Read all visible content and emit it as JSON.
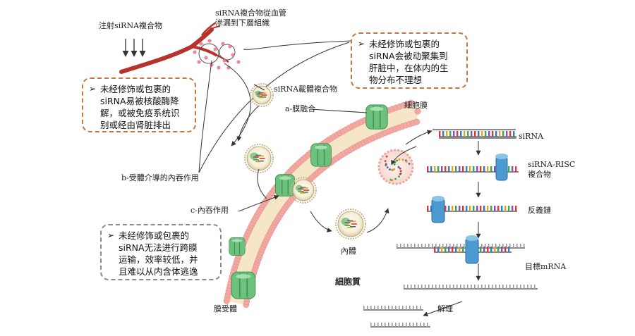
{
  "labels": {
    "inject": "注射siRNA複合物",
    "leak": "siRNA複合物從血管\n滲漏到下層組織",
    "carrier": "siRNA載體複合物",
    "fusion": "a-膜融合",
    "membrane": "細胞膜",
    "receptor_mediated": "b-受體介導的內吞作用",
    "endocytosis": "c-內吞作用",
    "endosome": "內體",
    "cytoplasm": "細胞質",
    "receptor": "膜受體",
    "sirna": "siRNA",
    "risc": "siRNA-RISC\n複合物",
    "antisense": "反義鏈",
    "target_mrna": "目標mRNA",
    "degrade": "解理"
  },
  "notes": {
    "nuclease": {
      "marker": "➢",
      "text": "未经修饰或包裹的\nsiRNA易被核酸酶降\n解，或被免疫系统识\n别或经由肾脏排出",
      "border": "#c8763a"
    },
    "liver": {
      "marker": "➢",
      "text": "未经修饰或包裹的\nsiRNA会被动聚集到\n肝脏中，在体内的生\n物分布不理想",
      "border": "#c8763a"
    },
    "transmembrane": {
      "marker": "➢",
      "text": "未经修饰或包裹的\nsiRNA无法进行跨膜\n运输，效率较低，并\n且难以从内含体逃逸",
      "border": "#8a8a8a"
    }
  },
  "colors": {
    "vessel": "#b8322c",
    "membrane_bead": "#f2a8a3",
    "membrane_core": "#f6e6c8",
    "receptor": "#6cc27d",
    "risc": "#4b9bd1",
    "rna_strand": "#888888"
  }
}
